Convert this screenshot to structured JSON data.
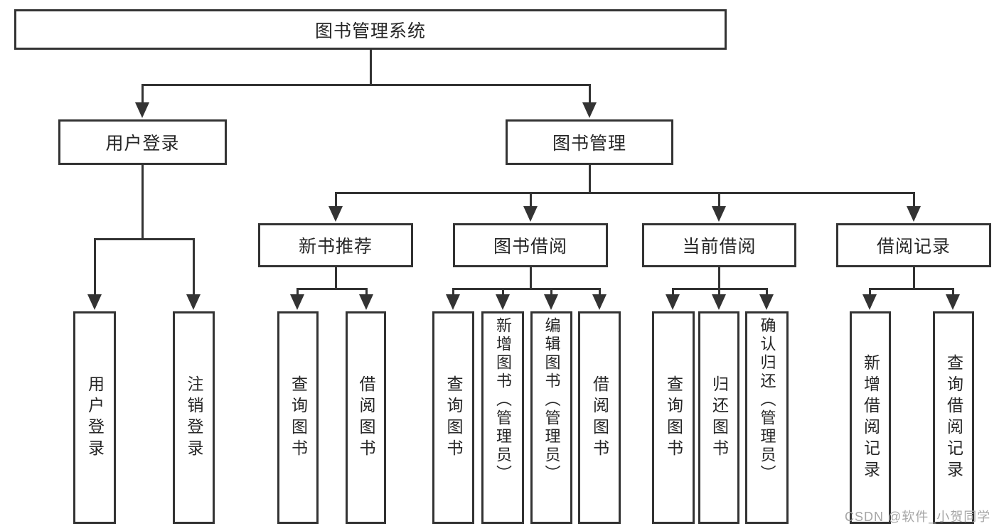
{
  "diagram": {
    "root": {
      "label": "图书管理系统"
    },
    "level2": [
      {
        "label": "用户登录"
      },
      {
        "label": "图书管理"
      }
    ],
    "level3": [
      {
        "label": "新书推荐"
      },
      {
        "label": "图书借阅"
      },
      {
        "label": "当前借阅"
      },
      {
        "label": "借阅记录"
      }
    ],
    "leaves": [
      {
        "label": "用户登录"
      },
      {
        "label": "注销登录"
      },
      {
        "label": "查询图书"
      },
      {
        "label": "借阅图书"
      },
      {
        "label": "查询图书"
      },
      {
        "label": "新增图书（管理员）"
      },
      {
        "label": "编辑图书（管理员）"
      },
      {
        "label": "借阅图书"
      },
      {
        "label": "查询图书"
      },
      {
        "label": "归还图书"
      },
      {
        "label": "确认归还（管理员）"
      },
      {
        "label": "新增借阅记录"
      },
      {
        "label": "查询借阅记录"
      }
    ]
  },
  "watermark": {
    "text": "CSDN @软件_小贺同学"
  },
  "colors": {
    "line": "#333333",
    "text": "#262626",
    "box_background": "#ffffff",
    "watermark": "#a6a6a6"
  }
}
